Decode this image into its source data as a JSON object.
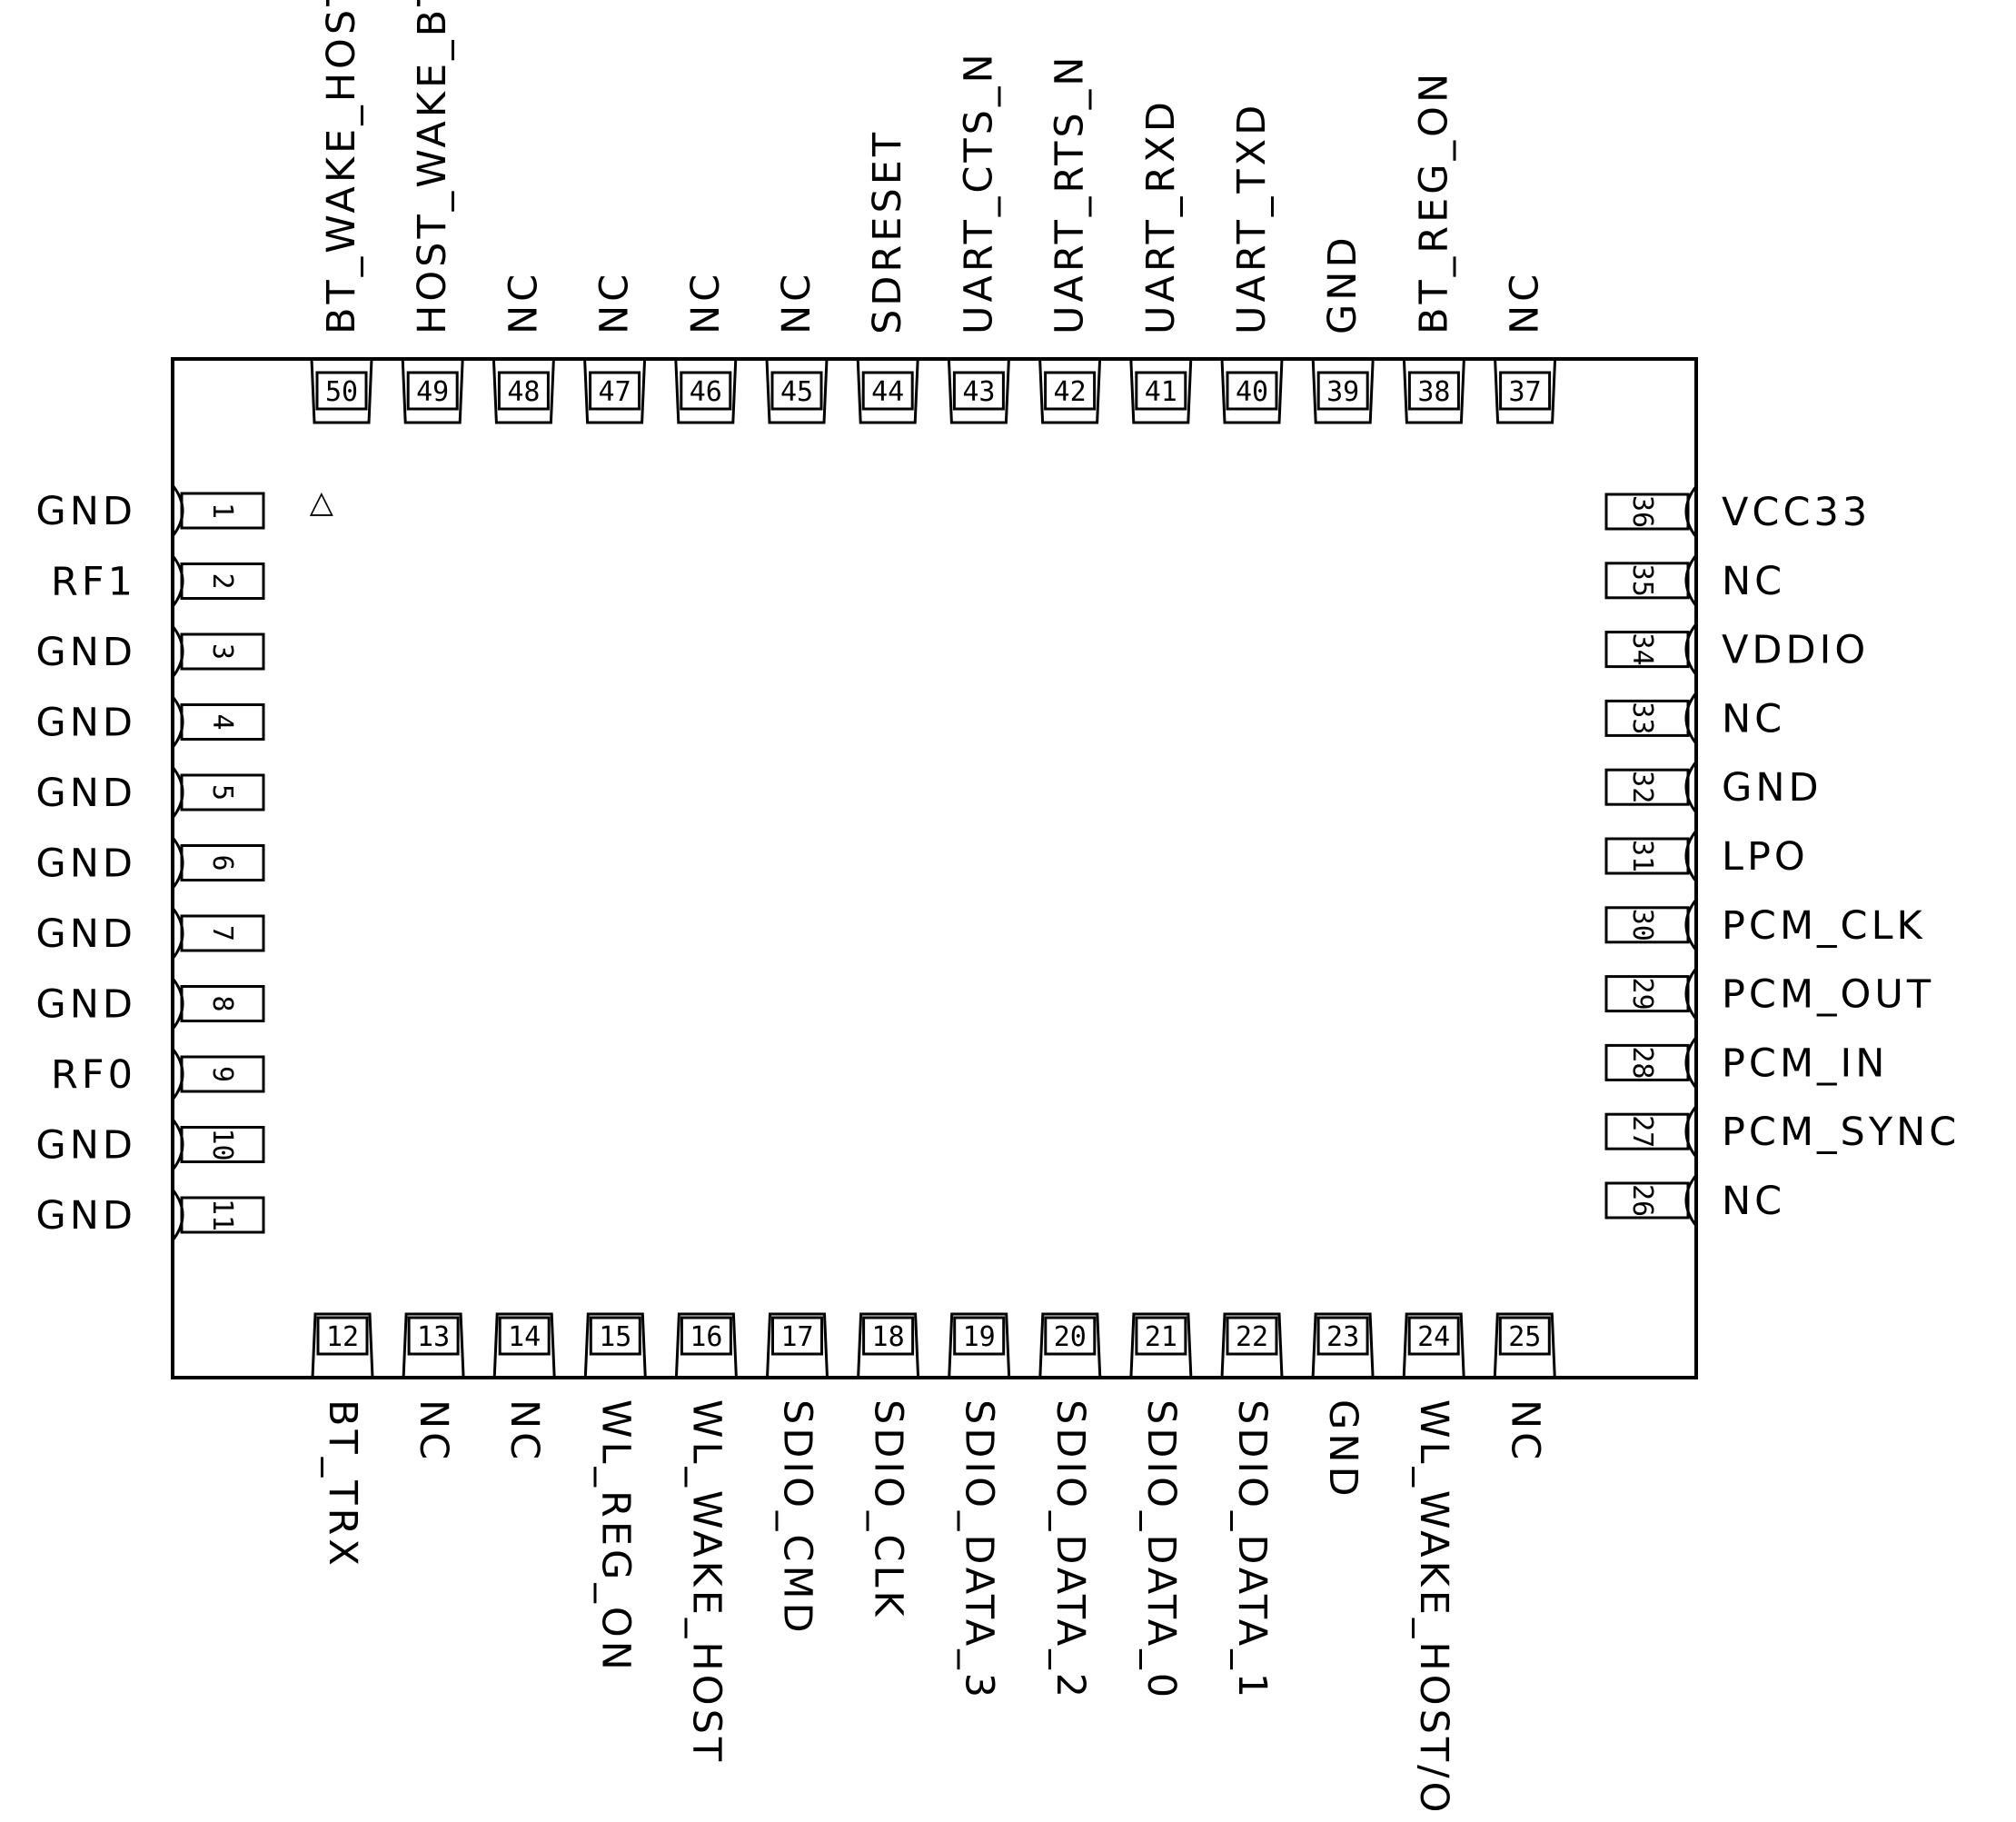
{
  "diagram": {
    "orientation_mark": "◁",
    "colors": {
      "stroke": "#000000",
      "background": "#ffffff"
    },
    "left_pins": [
      {
        "num": "1",
        "label": "GND"
      },
      {
        "num": "2",
        "label": "RF1"
      },
      {
        "num": "3",
        "label": "GND"
      },
      {
        "num": "4",
        "label": "GND"
      },
      {
        "num": "5",
        "label": "GND"
      },
      {
        "num": "6",
        "label": "GND"
      },
      {
        "num": "7",
        "label": "GND"
      },
      {
        "num": "8",
        "label": "GND"
      },
      {
        "num": "9",
        "label": "RF0"
      },
      {
        "num": "10",
        "label": "GND"
      },
      {
        "num": "11",
        "label": "GND"
      }
    ],
    "bottom_pins": [
      {
        "num": "12",
        "label": "BT_TRX"
      },
      {
        "num": "13",
        "label": "NC"
      },
      {
        "num": "14",
        "label": "NC"
      },
      {
        "num": "15",
        "label": "WL_REG_ON"
      },
      {
        "num": "16",
        "label": "WL_WAKE_HOST"
      },
      {
        "num": "17",
        "label": "SDIO_CMD"
      },
      {
        "num": "18",
        "label": "SDIO_CLK"
      },
      {
        "num": "19",
        "label": "SDIO_DATA_3"
      },
      {
        "num": "20",
        "label": "SDIO_DATA_2"
      },
      {
        "num": "21",
        "label": "SDIO_DATA_0"
      },
      {
        "num": "22",
        "label": "SDIO_DATA_1"
      },
      {
        "num": "23",
        "label": "GND"
      },
      {
        "num": "24",
        "label": "WL_WAKE_HOST/OOB"
      },
      {
        "num": "25",
        "label": "NC"
      }
    ],
    "right_pins": [
      {
        "num": "26",
        "label": "NC"
      },
      {
        "num": "27",
        "label": "PCM_SYNC"
      },
      {
        "num": "28",
        "label": "PCM_IN"
      },
      {
        "num": "29",
        "label": "PCM_OUT"
      },
      {
        "num": "30",
        "label": "PCM_CLK"
      },
      {
        "num": "31",
        "label": "LPO"
      },
      {
        "num": "32",
        "label": "GND"
      },
      {
        "num": "33",
        "label": "NC"
      },
      {
        "num": "34",
        "label": "VDDIO"
      },
      {
        "num": "35",
        "label": "NC"
      },
      {
        "num": "36",
        "label": "VCC33"
      }
    ],
    "top_pins": [
      {
        "num": "37",
        "label": "NC"
      },
      {
        "num": "38",
        "label": "BT_REG_ON"
      },
      {
        "num": "39",
        "label": "GND"
      },
      {
        "num": "40",
        "label": "UART_TXD"
      },
      {
        "num": "41",
        "label": "UART_RXD"
      },
      {
        "num": "42",
        "label": "UART_RTS_N"
      },
      {
        "num": "43",
        "label": "UART_CTS_N"
      },
      {
        "num": "44",
        "label": "SDRESET"
      },
      {
        "num": "45",
        "label": "NC"
      },
      {
        "num": "46",
        "label": "NC"
      },
      {
        "num": "47",
        "label": "NC"
      },
      {
        "num": "48",
        "label": "NC"
      },
      {
        "num": "49",
        "label": "HOST_WAKE_BT"
      },
      {
        "num": "50",
        "label": "BT_WAKE_HOST"
      }
    ]
  }
}
